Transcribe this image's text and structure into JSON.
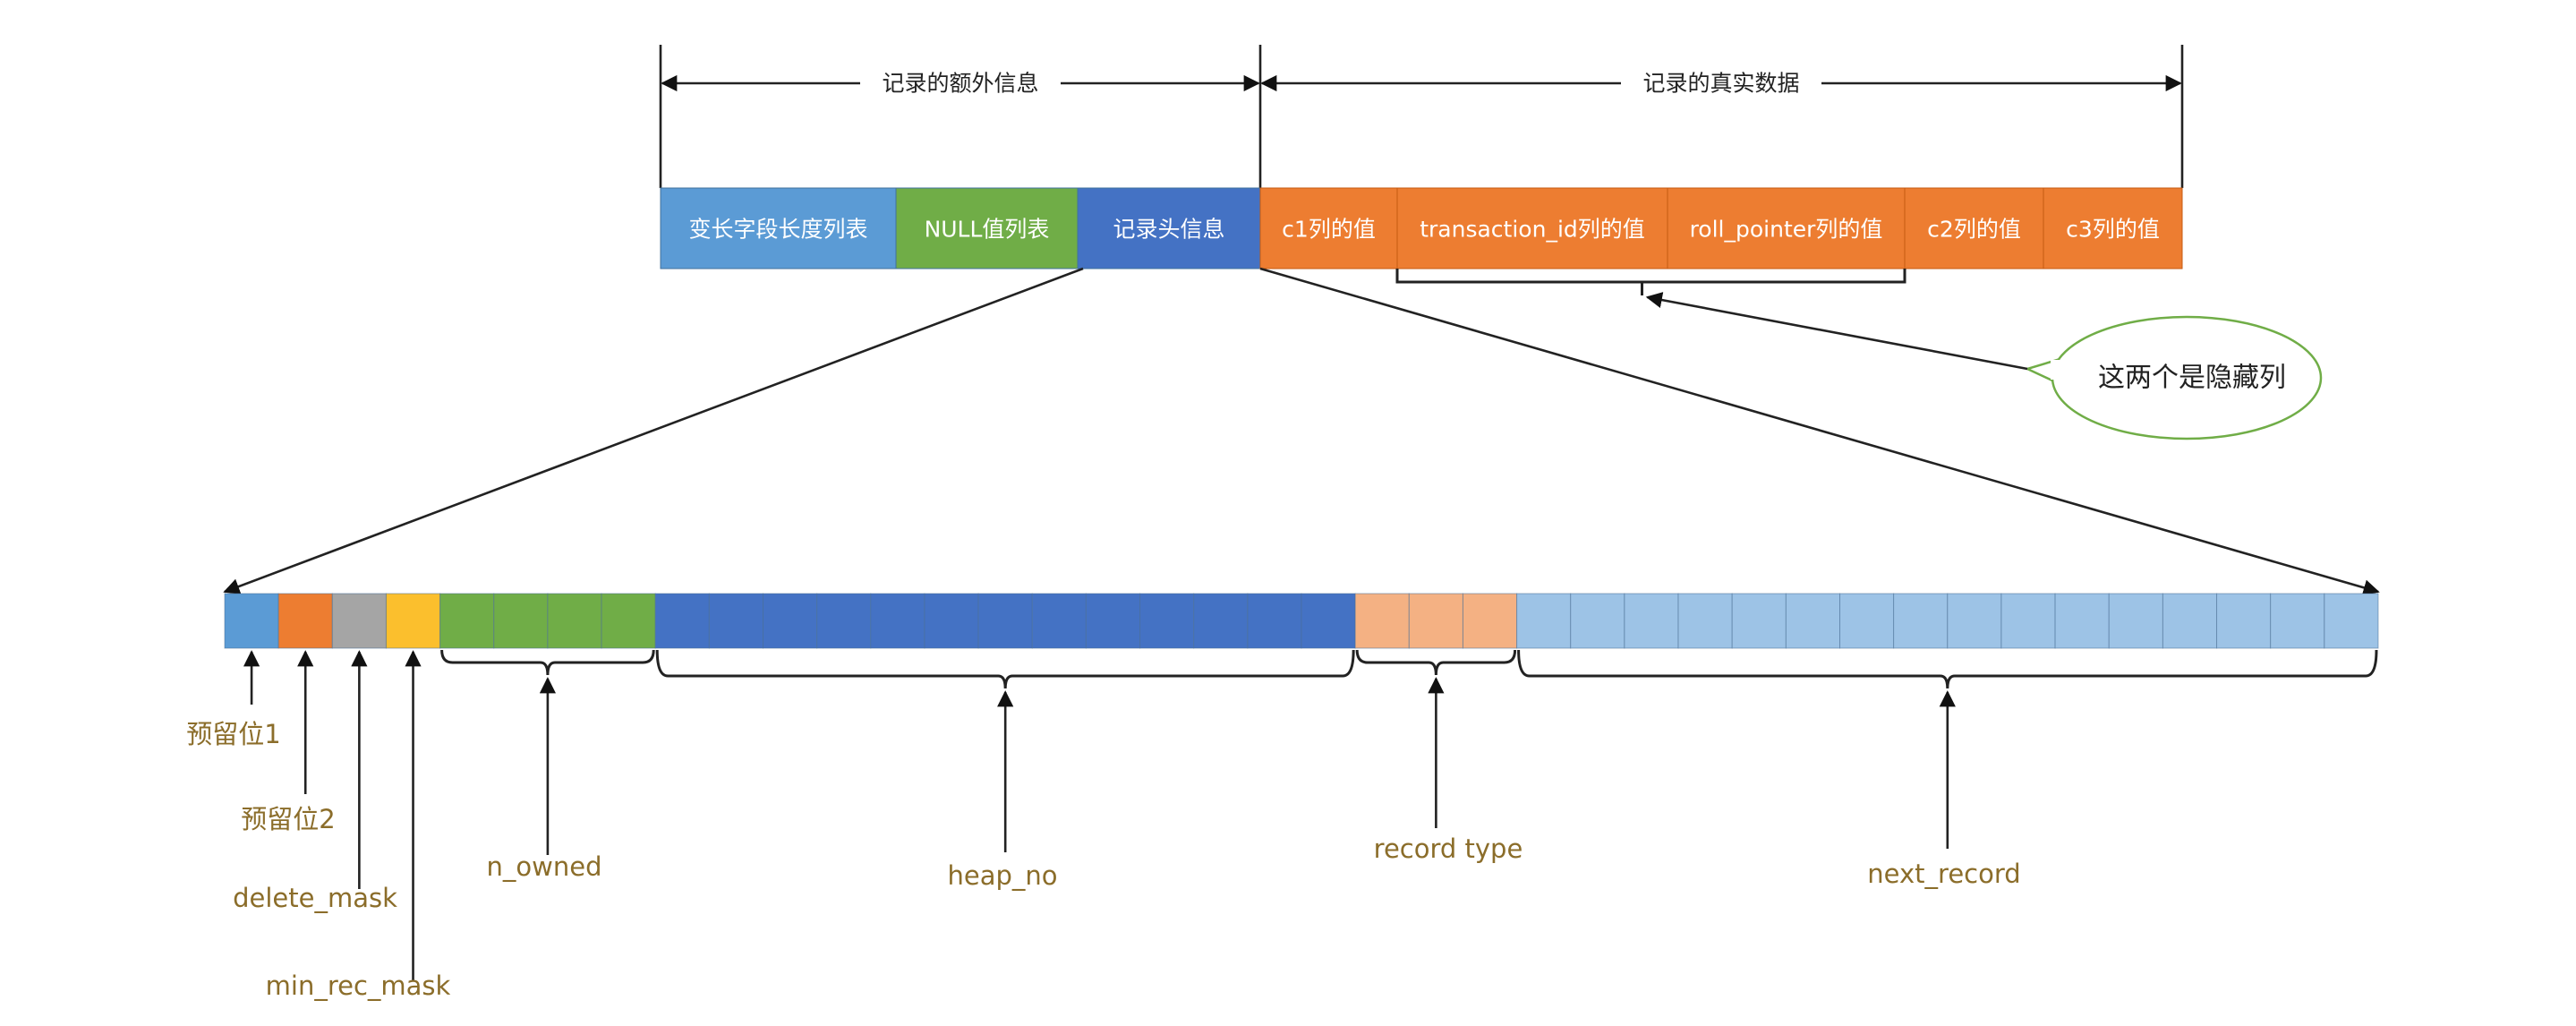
{
  "diagram": {
    "title": "InnoDB COMPACT row format",
    "top_dimensions": [
      {
        "label": "记录的额外信息",
        "spans_segments": [
          0,
          2
        ]
      },
      {
        "label": "记录的真实数据",
        "spans_segments": [
          3,
          7
        ]
      }
    ],
    "record_segments": [
      {
        "label": "变长字段长度列表",
        "color": "#5B9BD5",
        "group": "extra"
      },
      {
        "label": "NULL值列表",
        "color": "#70AD47",
        "group": "extra"
      },
      {
        "label": "记录头信息",
        "color": "#4472C4",
        "group": "extra",
        "expanded": true
      },
      {
        "label": "c1列的值",
        "color": "#ED7D31",
        "group": "data"
      },
      {
        "label": "transaction_id列的值",
        "color": "#ED7D31",
        "group": "data",
        "hidden": true
      },
      {
        "label": "roll_pointer列的值",
        "color": "#ED7D31",
        "group": "data",
        "hidden": true
      },
      {
        "label": "c2列的值",
        "color": "#ED7D31",
        "group": "data"
      },
      {
        "label": "c3列的值",
        "color": "#ED7D31",
        "group": "data"
      }
    ],
    "callout": {
      "text": "这两个是隐藏列",
      "border_color": "#70AD47",
      "points_to_segments": [
        4,
        5
      ]
    },
    "header_bits": {
      "label_color": "#8B6D2A",
      "fields": [
        {
          "name": "预留位1",
          "bits": 1,
          "color": "#5B9BD5"
        },
        {
          "name": "预留位2",
          "bits": 1,
          "color": "#ED7D31"
        },
        {
          "name": "delete_mask",
          "bits": 1,
          "color": "#A5A5A5"
        },
        {
          "name": "min_rec_mask",
          "bits": 1,
          "color": "#FBBF2D"
        },
        {
          "name": "n_owned",
          "bits": 4,
          "color": "#70AD47"
        },
        {
          "name": "heap_no",
          "bits": 13,
          "color": "#4472C4"
        },
        {
          "name": "record type",
          "bits": 3,
          "color": "#F4B183"
        },
        {
          "name": "next_record",
          "bits": 16,
          "color": "#9DC3E6"
        }
      ]
    }
  }
}
